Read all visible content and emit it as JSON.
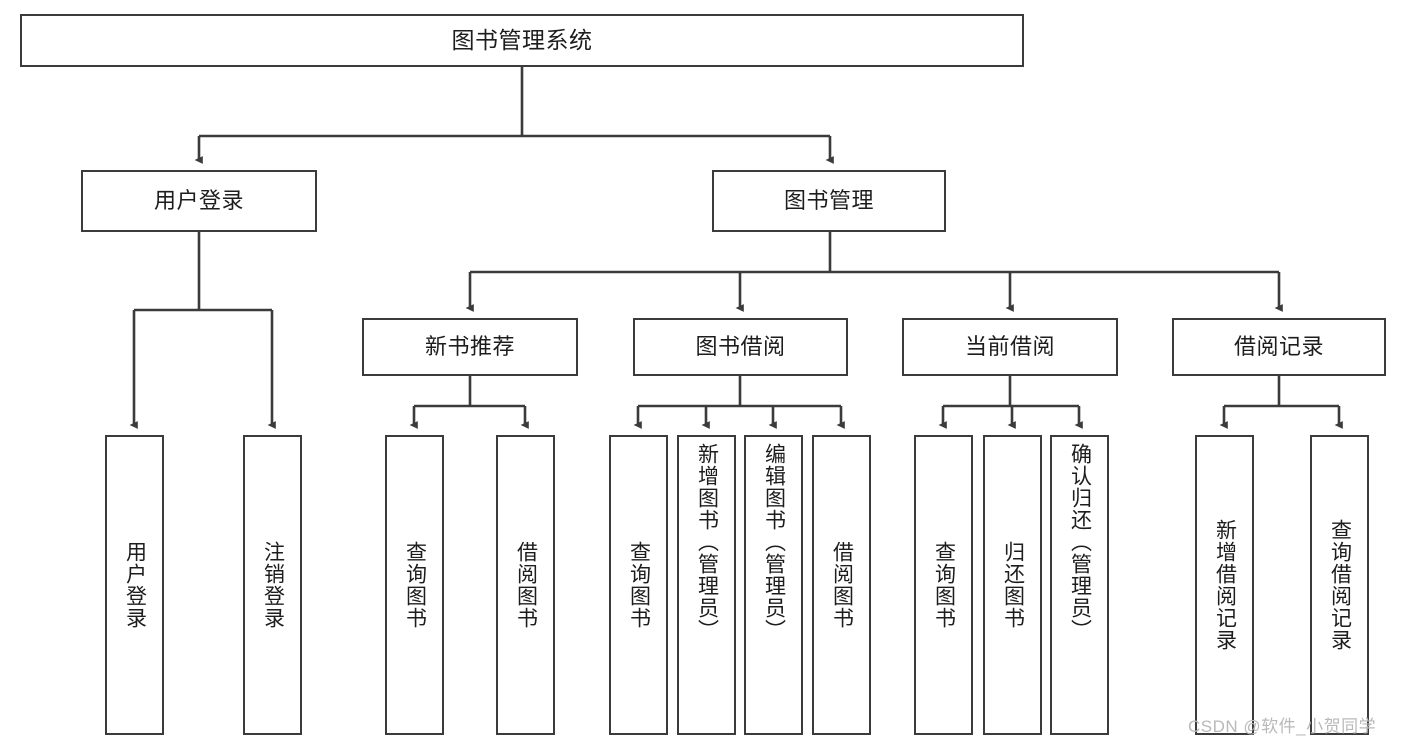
{
  "diagram": {
    "type": "tree-hierarchy",
    "title": "图书管理系统",
    "watermark": "CSDN @软件_小贺同学",
    "colors": {
      "background": "#ffffff",
      "stroke": "#3b3b3b",
      "text": "#1d1d1d",
      "watermark": "#b9b9b9"
    },
    "levels": [
      {
        "level": 1,
        "nodes": [
          {
            "id": "root",
            "label": "图书管理系统",
            "orientation": "horizontal"
          }
        ]
      },
      {
        "level": 2,
        "nodes": [
          {
            "id": "user-login",
            "label": "用户登录",
            "orientation": "horizontal",
            "parent": "root"
          },
          {
            "id": "book-manage",
            "label": "图书管理",
            "orientation": "horizontal",
            "parent": "root"
          }
        ]
      },
      {
        "level": 3,
        "nodes": [
          {
            "id": "new-book-rec",
            "label": "新书推荐",
            "orientation": "horizontal",
            "parent": "book-manage"
          },
          {
            "id": "book-borrow",
            "label": "图书借阅",
            "orientation": "horizontal",
            "parent": "book-manage"
          },
          {
            "id": "current-borrow",
            "label": "当前借阅",
            "orientation": "horizontal",
            "parent": "book-manage"
          },
          {
            "id": "borrow-record",
            "label": "借阅记录",
            "orientation": "horizontal",
            "parent": "book-manage"
          }
        ]
      },
      {
        "level": 4,
        "nodes": [
          {
            "id": "leaf-user-login",
            "label": "用户登录",
            "orientation": "vertical",
            "parent": "user-login"
          },
          {
            "id": "leaf-logout-login",
            "label": "注销登录",
            "orientation": "vertical",
            "parent": "user-login"
          },
          {
            "id": "leaf-query-book-1",
            "label": "查询图书",
            "orientation": "vertical",
            "parent": "new-book-rec"
          },
          {
            "id": "leaf-borrow-book-1",
            "label": "借阅图书",
            "orientation": "vertical",
            "parent": "new-book-rec"
          },
          {
            "id": "leaf-query-book-2",
            "label": "查询图书",
            "orientation": "vertical",
            "parent": "book-borrow"
          },
          {
            "id": "leaf-add-book",
            "label": "新增图书（管理员）",
            "orientation": "vertical",
            "parent": "book-borrow"
          },
          {
            "id": "leaf-edit-book",
            "label": "编辑图书（管理员）",
            "orientation": "vertical",
            "parent": "book-borrow"
          },
          {
            "id": "leaf-borrow-book-2",
            "label": "借阅图书",
            "orientation": "vertical",
            "parent": "book-borrow"
          },
          {
            "id": "leaf-query-book-3",
            "label": "查询图书",
            "orientation": "vertical",
            "parent": "current-borrow"
          },
          {
            "id": "leaf-return-book",
            "label": "归还图书",
            "orientation": "vertical",
            "parent": "current-borrow"
          },
          {
            "id": "leaf-confirm-return",
            "label": "确认归还（管理员）",
            "orientation": "vertical",
            "parent": "current-borrow"
          },
          {
            "id": "leaf-add-record",
            "label": "新增借阅记录",
            "orientation": "vertical",
            "parent": "borrow-record"
          },
          {
            "id": "leaf-query-record",
            "label": "查询借阅记录",
            "orientation": "vertical",
            "parent": "borrow-record"
          }
        ]
      }
    ]
  }
}
